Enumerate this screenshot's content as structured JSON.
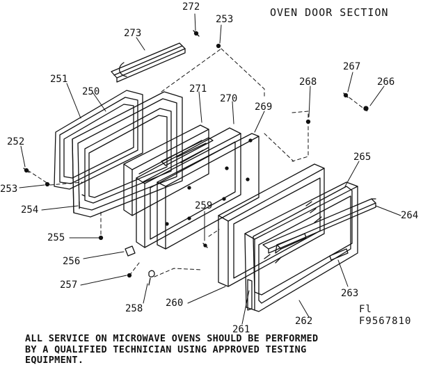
{
  "title": "OVEN DOOR SECTION",
  "code_lines": [
    "Fl",
    "F9567810"
  ],
  "footer_lines": [
    "ALL SERVICE ON MICROWAVE OVENS SHOULD BE PERFORMED",
    "BY A QUALIFIED TECHNICIAN USING APPROVED TESTING",
    "EQUIPMENT."
  ],
  "part_numbers": {
    "p272": "272",
    "p253a": "253",
    "p273": "273",
    "p251": "251",
    "p250": "250",
    "p271": "271",
    "p270": "270",
    "p268": "268",
    "p269": "269",
    "p267": "267",
    "p266": "266",
    "p252": "252",
    "p253b": "253",
    "p265": "265",
    "p254": "254",
    "p264": "264",
    "p259": "259",
    "p255": "255",
    "p256": "256",
    "p257": "257",
    "p258": "258",
    "p260": "260",
    "p263": "263",
    "p261": "261",
    "p262": "262"
  },
  "colors": {
    "ink": "#111111",
    "paper": "#ffffff"
  }
}
